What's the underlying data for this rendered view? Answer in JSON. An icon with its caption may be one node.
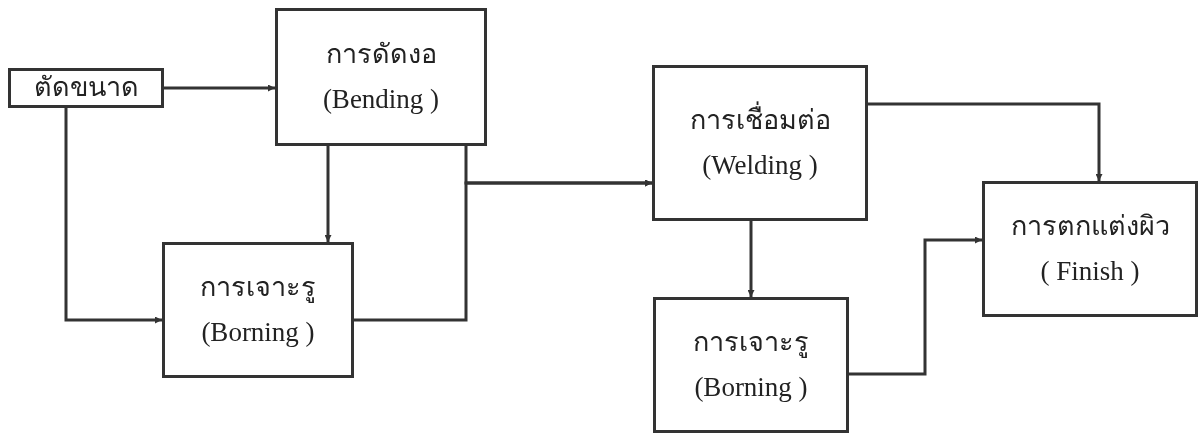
{
  "diagram": {
    "nodes": [
      {
        "text": [
          "ตัดขนาด"
        ]
      },
      {
        "text": [
          "การดัดงอ",
          "(Bending )"
        ]
      },
      {
        "text": [
          "การเจาะรู",
          "(Borning )"
        ]
      },
      {
        "text": [
          "การเชื่อมต่อ",
          "(Welding )"
        ]
      },
      {
        "text": [
          "การเจาะรู",
          "(Borning )"
        ]
      },
      {
        "text": [
          "การตกแต่งผิว",
          "( Finish )"
        ]
      }
    ],
    "edges": [
      {
        "from": 0,
        "to": 1,
        "arrow": "to"
      },
      {
        "from": 0,
        "to": 2,
        "arrow": "to"
      },
      {
        "from": 1,
        "to": 2,
        "arrow": "to"
      },
      {
        "from": 1,
        "to": 3,
        "arrow": "to"
      },
      {
        "from": 2,
        "to": 3,
        "arrow": "to"
      },
      {
        "from": 3,
        "to": 5,
        "arrow": "to"
      },
      {
        "from": 3,
        "to": 4,
        "arrow": "to"
      },
      {
        "from": 4,
        "to": 5,
        "arrow": "to"
      }
    ]
  }
}
